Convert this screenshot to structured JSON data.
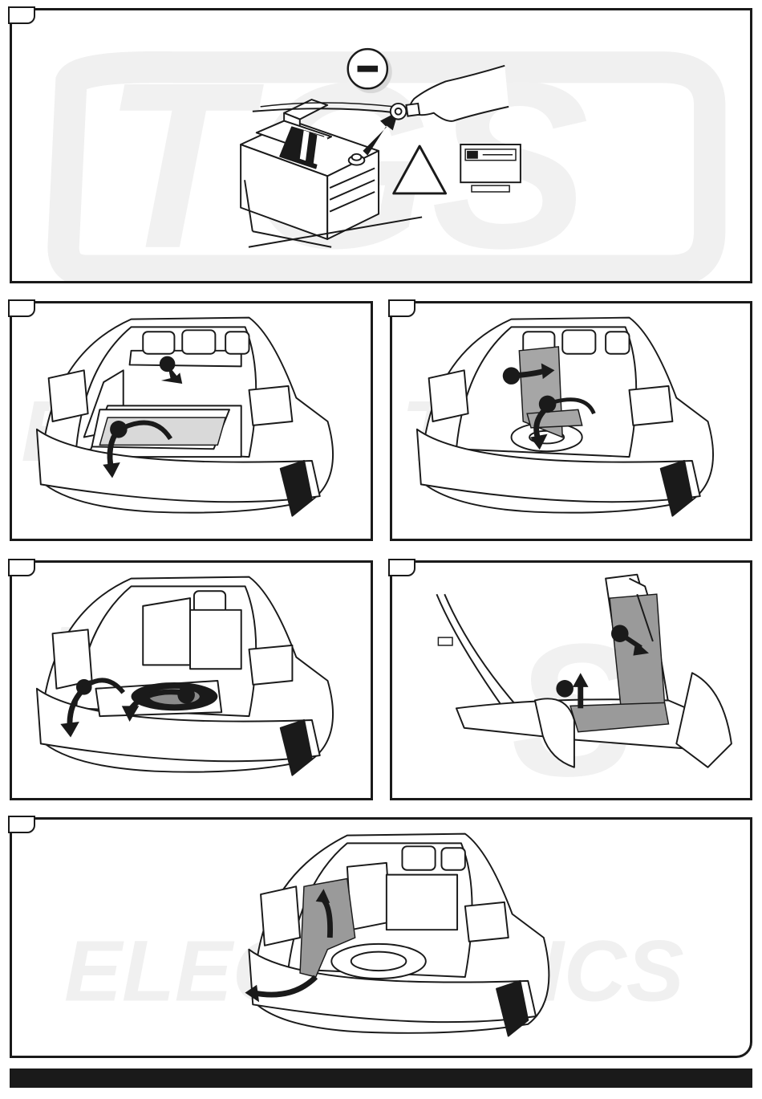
{
  "watermark": {
    "logo_letters": "TGS",
    "brand_text": "ELECTRONICS"
  },
  "panels": [
    {
      "id": "step-battery",
      "icon": "battery-disconnect-negative-icon",
      "sign": "minus"
    },
    {
      "id": "step-trunk-floor",
      "icon": "trunk-floor-removal-icon"
    },
    {
      "id": "step-trunk-cover",
      "icon": "trunk-side-cover-icon"
    },
    {
      "id": "step-spare-wheel",
      "icon": "spare-wheel-removal-icon"
    },
    {
      "id": "step-sill-trim",
      "icon": "sill-trim-removal-icon"
    },
    {
      "id": "step-side-panel",
      "icon": "side-panel-removal-icon"
    }
  ],
  "colors": {
    "line": "#1a1a1a",
    "shade": "#9a9a9a",
    "watermark": "#eeeeee",
    "footer": "#1a1a1a"
  }
}
